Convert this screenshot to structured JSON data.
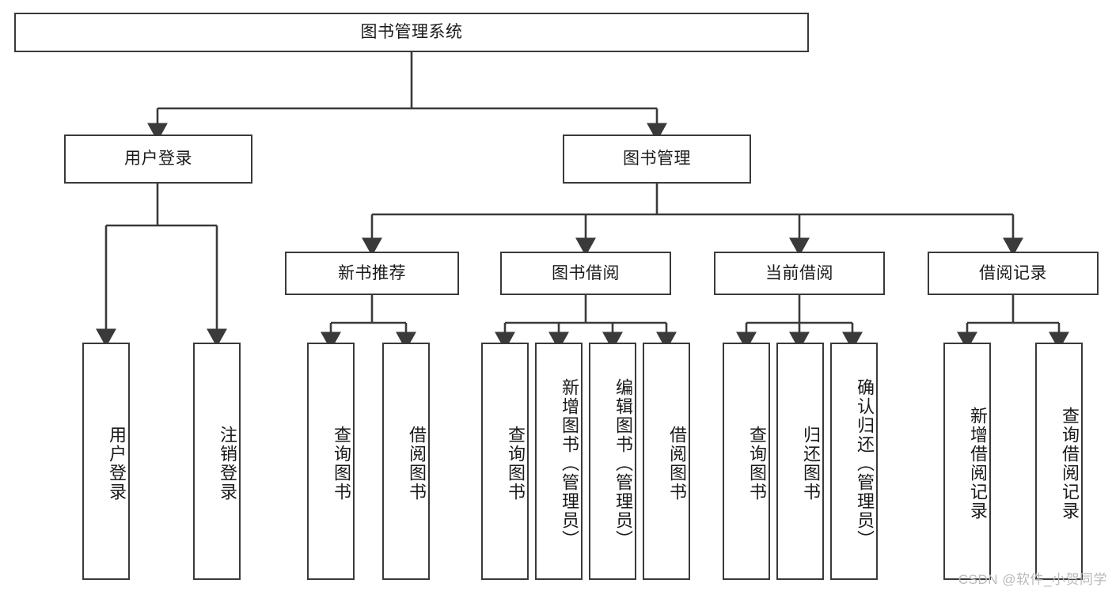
{
  "diagram": {
    "title": "图书管理系统",
    "type": "tree-hierarchy",
    "stroke_color": "#3a3a3a",
    "fill_color": "#ffffff",
    "text_color": "#1a1a1a",
    "nodes": {
      "root": "图书管理系统",
      "level2": [
        {
          "id": "user-login",
          "label": "用户登录"
        },
        {
          "id": "book-manage",
          "label": "图书管理"
        }
      ],
      "level3": [
        {
          "id": "new-book-rec",
          "label": "新书推荐"
        },
        {
          "id": "book-borrow",
          "label": "图书借阅"
        },
        {
          "id": "current-borrow",
          "label": "当前借阅"
        },
        {
          "id": "borrow-record",
          "label": "借阅记录"
        }
      ],
      "leaves": {
        "user_login": [
          {
            "id": "leaf-user-login",
            "label": "用户登录"
          },
          {
            "id": "leaf-logout",
            "label": "注销登录"
          }
        ],
        "new_book_rec": [
          {
            "id": "leaf-query-book-1",
            "label": "查询图书"
          },
          {
            "id": "leaf-borrow-book-1",
            "label": "借阅图书"
          }
        ],
        "book_borrow": [
          {
            "id": "leaf-query-book-2",
            "label": "查询图书"
          },
          {
            "id": "leaf-add-book",
            "label": "新增图书（管理员）"
          },
          {
            "id": "leaf-edit-book",
            "label": "编辑图书（管理员）"
          },
          {
            "id": "leaf-borrow-book-2",
            "label": "借阅图书"
          }
        ],
        "current_borrow": [
          {
            "id": "leaf-query-book-3",
            "label": "查询图书"
          },
          {
            "id": "leaf-return-book",
            "label": "归还图书"
          },
          {
            "id": "leaf-confirm-return",
            "label": "确认归还（管理员）"
          }
        ],
        "borrow_record": [
          {
            "id": "leaf-add-record",
            "label": "新增借阅记录"
          },
          {
            "id": "leaf-query-record",
            "label": "查询借阅记录"
          }
        ]
      }
    }
  },
  "watermark": {
    "text": "CSDN @软件_小贺同学"
  }
}
